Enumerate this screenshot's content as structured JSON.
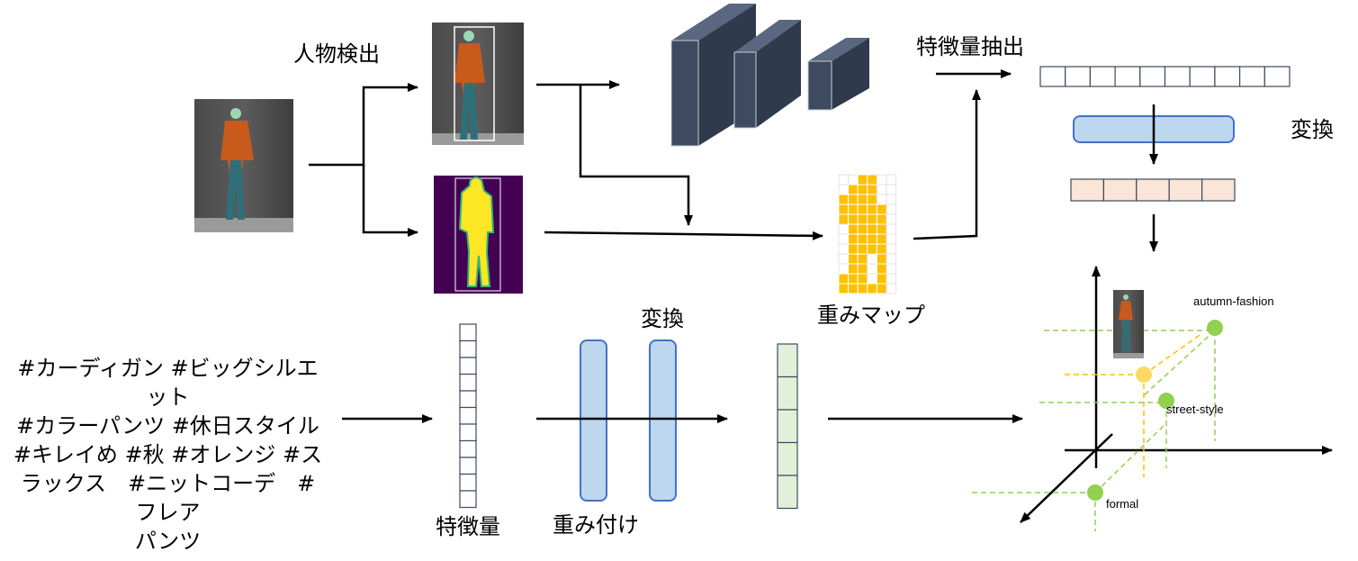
{
  "labels": {
    "person_detection": "人物検出",
    "feature_extraction": "特徴量抽出",
    "transform_top": "変換",
    "weight_map": "重みマップ",
    "transform_bottom": "変換",
    "feature": "特徴量",
    "weighting": "重み付け"
  },
  "hashtags": [
    "#カーディガン #ビッグシルエット",
    "#カラーパンツ #休日スタイル",
    "#キレイめ #秋 #オレンジ #ス",
    "ラックス　#ニットコーデ　#フレア",
    "パンツ"
  ],
  "points": {
    "autumn": "autumn-fashion",
    "street": "street-style",
    "formal": "formal"
  },
  "colors": {
    "cnn_block": "#3d4a5f",
    "vector_stroke": "#3d4a5f",
    "blue_fill": "#bdd7ee",
    "blue_stroke": "#4472c4",
    "peach_fill": "#fbe5d6",
    "green_fill": "#e2f0d9",
    "weight_map": "#ffc000",
    "green_point": "#92d050",
    "yellow_point": "#ffd966",
    "segmentation_bg": "#440154",
    "segmentation_fg": "#fde725"
  }
}
